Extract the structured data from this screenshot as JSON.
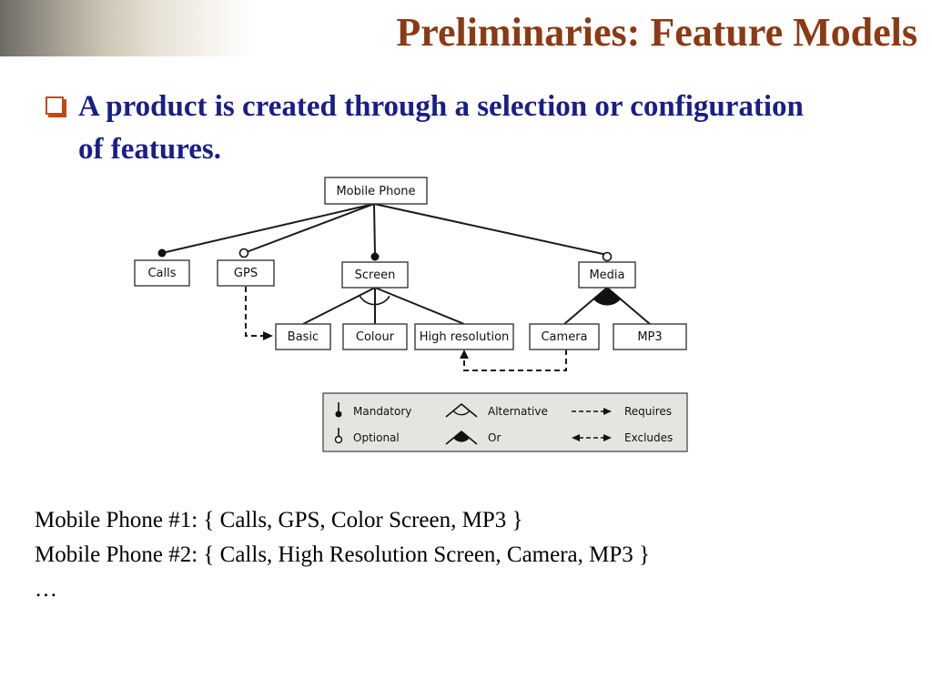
{
  "slide": {
    "title": "Preliminaries: Feature Models",
    "bullet": "A product is created through a selection or configuration of features."
  },
  "diagram": {
    "root": "Mobile Phone",
    "features": {
      "calls": "Calls",
      "gps": "GPS",
      "screen": "Screen",
      "media": "Media",
      "basic": "Basic",
      "colour": "Colour",
      "high_resolution": "High resolution",
      "camera": "Camera",
      "mp3": "MP3"
    },
    "legend": {
      "mandatory": "Mandatory",
      "optional": "Optional",
      "alternative": "Alternative",
      "or": "Or",
      "requires": "Requires",
      "excludes": "Excludes"
    }
  },
  "examples": {
    "line1": "Mobile Phone #1: { Calls, GPS, Color Screen, MP3 }",
    "line2": "Mobile Phone #2: { Calls, High Resolution Screen, Camera, MP3 }",
    "line3": "…"
  },
  "colors": {
    "title": "#8b3a14",
    "bullet": "#1a1e88",
    "legend_bg": "#e4e4e0"
  }
}
